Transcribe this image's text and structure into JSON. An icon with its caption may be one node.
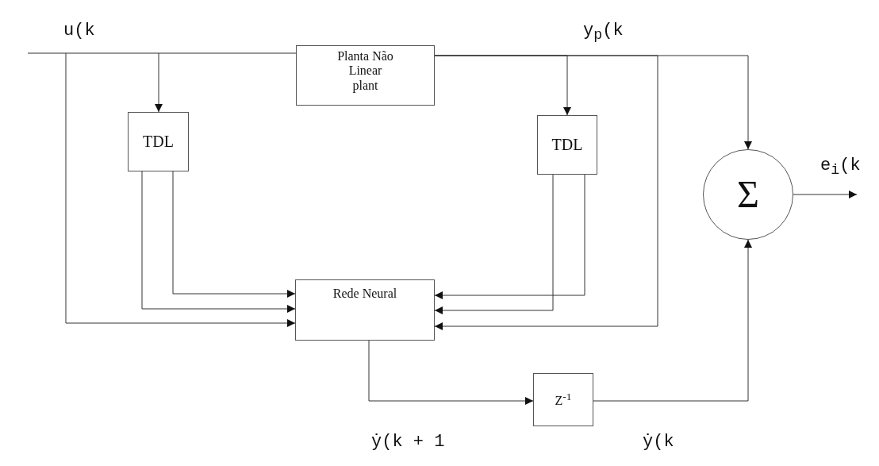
{
  "diagram": {
    "nodes": [
      {
        "text": [
          "Planta Não Linear plant"
        ]
      },
      {
        "text": [
          "TDL"
        ]
      },
      {
        "text": [
          "TDL"
        ]
      },
      {
        "text": [
          "Σ"
        ]
      },
      {
        "text": [
          "Rede Neural"
        ]
      },
      {
        "text": [
          "Z$^{-1}$"
        ]
      }
    ],
    "edges": [
      {
        "from": null,
        "to": 0,
        "arrow": "none"
      },
      {
        "from": null,
        "to": 1,
        "arrow": "to"
      },
      {
        "from": null,
        "to": 4,
        "arrow": "to"
      },
      {
        "from": 0,
        "to": 2,
        "arrow": "to"
      },
      {
        "from": 0,
        "to": 4,
        "arrow": "to"
      },
      {
        "from": 0,
        "to": 3,
        "arrow": "to"
      },
      {
        "from": 1,
        "to": 4,
        "arrow": "to"
      },
      {
        "from": 1,
        "to": 4,
        "arrow": "to"
      },
      {
        "from": 2,
        "to": 4,
        "arrow": "to"
      },
      {
        "from": 2,
        "to": 4,
        "arrow": "to"
      },
      {
        "from": 4,
        "to": 5,
        "arrow": "to"
      },
      {
        "from": 5,
        "to": 3,
        "arrow": "to"
      },
      {
        "from": 3,
        "to": null,
        "arrow": "to"
      }
    ],
    "labels": [
      "u(k",
      "y$_{p}$(k",
      "e$_{i}$(k",
      "ẏ(k + 1",
      "ẏ(k"
    ]
  }
}
